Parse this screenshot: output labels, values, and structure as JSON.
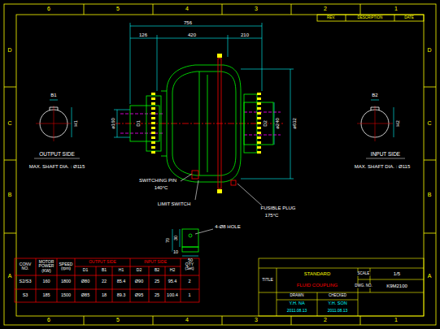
{
  "diagram": {
    "labels": [
      "6",
      "5",
      "4",
      "3",
      "2",
      "1",
      "6",
      "5",
      "4",
      "3",
      "2",
      "1",
      "D",
      "C",
      "B",
      "A",
      "D",
      "C",
      "B",
      "A",
      "756",
      "126",
      "420",
      "210",
      "ø160",
      "D1",
      "D2",
      "ø240",
      "ø632",
      "B1",
      "H1",
      "B2",
      "H2",
      "OUTPUT SIDE",
      "MAX. SHAFT DIA. : Ø115",
      "INPUT SIDE",
      "MAX. SHAFT DIA. : Ø115",
      "SWITCHING PIN",
      "140°C",
      "LIMIT SWITCH",
      "FUSIBLE PLUG",
      "175°C",
      "4-Ø8 HOLE",
      "70",
      "30",
      "10",
      "50",
      "CONV NO.",
      "MOTOR POWER (KW)",
      "SPEED (rpm)",
      "OUTPUT SIDE",
      "INPUT SIDE",
      "D1",
      "B1",
      "H1",
      "D2",
      "B2",
      "H2",
      "QTY (Set)",
      "S2/S3",
      "160",
      "1800",
      "Ø80",
      "22",
      "85.4",
      "Ø90",
      "25",
      "95.4",
      "2",
      "S3",
      "185",
      "1500",
      "Ø85",
      "18",
      "89.3",
      "Ø95",
      "25",
      "100.4",
      "1",
      "REV.",
      "DESCRIPTION",
      "DATE",
      "STANDARD",
      "SCALE",
      "1/5",
      "TITLE",
      "FLUID COUPLING",
      "DWG. NO.",
      "K9M2100",
      "DRAWN",
      "CHECKED",
      "Y.H. NA",
      "Y.H. SON",
      "2011.08.13",
      "2011.08.13"
    ]
  }
}
